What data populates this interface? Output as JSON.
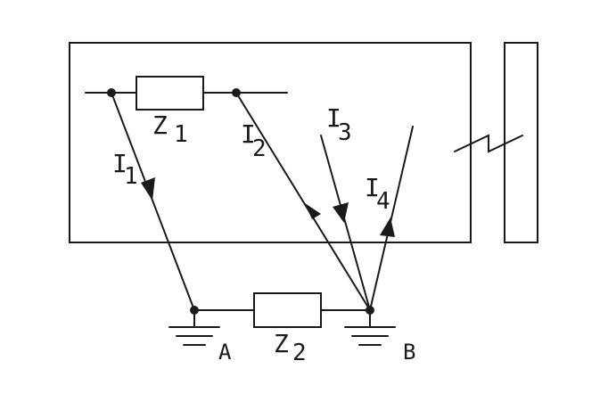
{
  "currents": [
    {
      "symbol": "I",
      "subscript": "1"
    },
    {
      "symbol": "I",
      "subscript": "2"
    },
    {
      "symbol": "I",
      "subscript": "3"
    },
    {
      "symbol": "I",
      "subscript": "4"
    }
  ],
  "impedances": [
    {
      "symbol": "Z",
      "subscript": "1"
    },
    {
      "symbol": "Z",
      "subscript": "2"
    }
  ],
  "nodes": [
    "A",
    "B"
  ],
  "colors": {
    "ink": "#1a1a1a",
    "background": "#ffffff"
  }
}
